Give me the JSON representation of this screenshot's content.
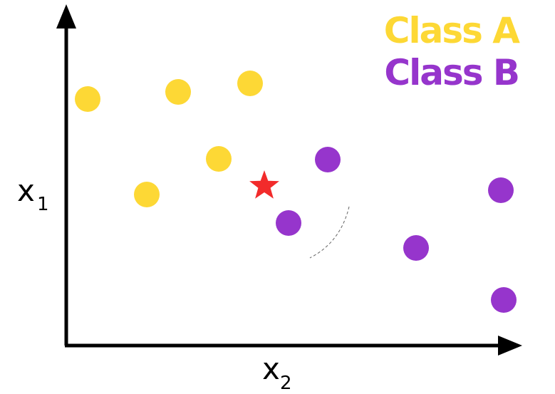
{
  "chart_data": {
    "type": "scatter",
    "xlabel": "x",
    "xlabel_subscript": "2",
    "ylabel": "x",
    "ylabel_subscript": "1",
    "grid": false,
    "legend_placement": "top-right",
    "series": [
      {
        "name": "Class A",
        "color": "#FDD835",
        "marker": "circle",
        "points": [
          {
            "x": 123,
            "y": 139
          },
          {
            "x": 250,
            "y": 129
          },
          {
            "x": 351,
            "y": 117
          },
          {
            "x": 307,
            "y": 223
          },
          {
            "x": 206,
            "y": 273
          }
        ]
      },
      {
        "name": "Class B",
        "color": "#9635CC",
        "marker": "circle",
        "points": [
          {
            "x": 460,
            "y": 224
          },
          {
            "x": 405,
            "y": 313
          },
          {
            "x": 584,
            "y": 348
          },
          {
            "x": 703,
            "y": 267
          },
          {
            "x": 707,
            "y": 421
          }
        ]
      }
    ],
    "query_point": {
      "marker": "star",
      "color": "#F22B2B",
      "x": 371,
      "y": 261
    }
  }
}
